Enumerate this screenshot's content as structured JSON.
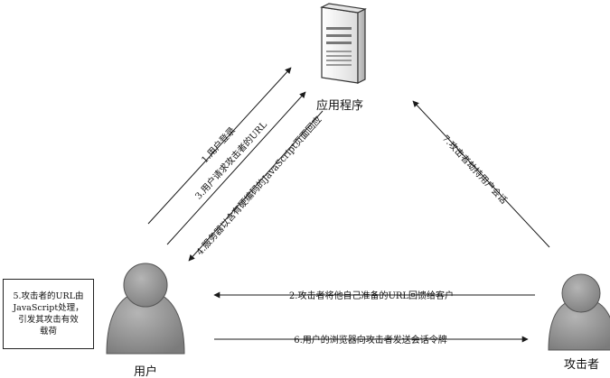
{
  "nodes": {
    "server": {
      "label": "应用程序"
    },
    "user": {
      "label": "用户"
    },
    "attacker": {
      "label": "攻击者"
    }
  },
  "note": {
    "lines": [
      "5.攻击者的URL由",
      "JavaScript处理，",
      "引发其攻击有效",
      "载荷"
    ]
  },
  "steps": [
    {
      "label": "1.用户登录"
    },
    {
      "label": "2.攻击者将他自己准备的URL回馈给客户"
    },
    {
      "label": "3.用户请求攻击者的URL"
    },
    {
      "label": "4.服务器以含有硬编码的JavaScript页面回应"
    },
    {
      "label": "6.用户的浏览器向攻击者发送会话令牌"
    },
    {
      "label": "7.攻击者劫持用户会话"
    }
  ],
  "colors": {
    "arrow": "#1a1a1a",
    "person_fill": "#8c8c8c",
    "person_stroke": "#555555",
    "server_fill": "#f2f2f2",
    "server_stroke": "#333333"
  }
}
